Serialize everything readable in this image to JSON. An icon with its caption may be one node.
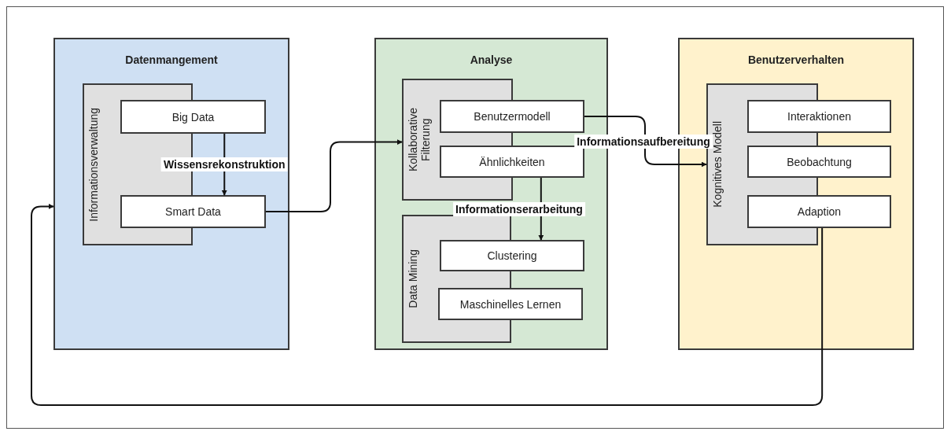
{
  "diagram": {
    "nodes": [
      {
        "text": [
          "Datenmangement"
        ]
      },
      {
        "text": [
          "Informationsverwaltung"
        ],
        "in": 0
      },
      {
        "text": [
          "Big Data"
        ],
        "in": 0
      },
      {
        "text": [
          "Smart Data"
        ],
        "in": 0
      },
      {
        "text": [
          "Analyse"
        ]
      },
      {
        "text": [
          "Kollaborative Filterung"
        ],
        "in": 4
      },
      {
        "text": [
          "Benutzermodell"
        ],
        "in": 4
      },
      {
        "text": [
          "Ähnlichkeiten"
        ],
        "in": 4
      },
      {
        "text": [
          "Data Mining"
        ],
        "in": 4
      },
      {
        "text": [
          "Clustering"
        ],
        "in": 4
      },
      {
        "text": [
          "Maschinelles Lernen"
        ],
        "in": 4
      },
      {
        "text": [
          "Benutzerverhalten"
        ]
      },
      {
        "text": [
          "Kognitives Modell"
        ],
        "in": 11
      },
      {
        "text": [
          "Interaktionen"
        ],
        "in": 11
      },
      {
        "text": [
          "Beobachtung"
        ],
        "in": 11
      },
      {
        "text": [
          "Adaption"
        ],
        "in": 11
      }
    ],
    "edges": [
      {
        "from": 2,
        "to": 3,
        "arrow": "to",
        "label": "Wissensrekonstruktion"
      },
      {
        "from": 3,
        "to": 5,
        "arrow": "to"
      },
      {
        "from": 6,
        "to": 12,
        "arrow": "to",
        "label": "Informationsaufbereitung"
      },
      {
        "from": 7,
        "to": 9,
        "arrow": "to",
        "label": "Informationserarbeitung"
      },
      {
        "from": 15,
        "to": 0,
        "arrow": "to"
      }
    ]
  }
}
